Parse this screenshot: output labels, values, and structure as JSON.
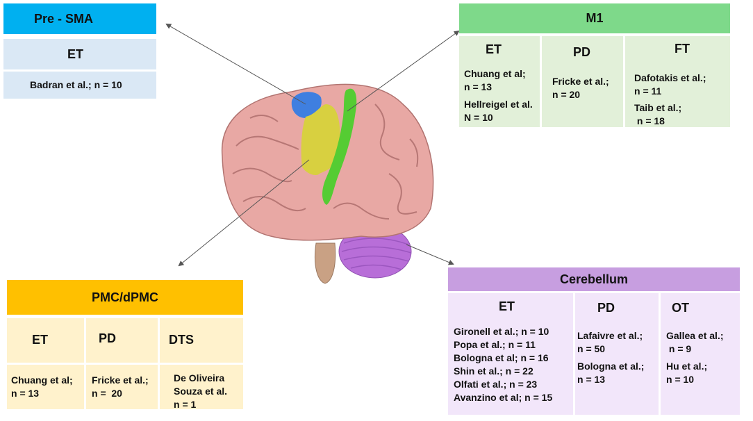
{
  "colors": {
    "pre_sma_header": "#00b0f0",
    "pre_sma_body": "#dae8f5",
    "m1_header": "#7ed98a",
    "m1_body": "#e2f0d9",
    "pmc_header": "#ffc000",
    "pmc_body": "#fff2cc",
    "cerebellum_header": "#c79ee0",
    "cerebellum_body": "#f2e6fa",
    "brain_blue": "#3f7fe0",
    "brain_yellow": "#d8d040",
    "brain_green": "#55cc33"
  },
  "pre_sma": {
    "title": "Pre - SMA",
    "columns": [
      {
        "label": "ET",
        "entries": [
          "Badran et al.; n = 10"
        ]
      }
    ]
  },
  "m1": {
    "title": "M1",
    "columns": [
      {
        "label": "ET",
        "entries": [
          "Chuang et al;|n = 13",
          "Hellreigel et al.|N = 10"
        ]
      },
      {
        "label": "PD",
        "entries": [
          "Fricke et al.;|n = 20"
        ]
      },
      {
        "label": "FT",
        "entries": [
          "Dafotakis et al.;|n = 11",
          "Taib et al.;| n = 18"
        ]
      }
    ]
  },
  "pmc": {
    "title": "PMC/dPMC",
    "columns": [
      {
        "label": "ET",
        "entries": [
          "Chuang et al;|n = 13"
        ]
      },
      {
        "label": "PD",
        "entries": [
          "Fricke et al.;|n =  20"
        ]
      },
      {
        "label": "DTS",
        "entries": [
          "De Oliveira|Souza et al.|n = 1"
        ]
      }
    ]
  },
  "cerebellum": {
    "title": "Cerebellum",
    "columns": [
      {
        "label": "ET",
        "entries": [
          "Gironell et al.; n = 10",
          "Popa et al.; n =  11",
          "Bologna et al; n = 16",
          "Shin et al.; n =  22",
          "Olfati et al.; n = 23",
          "Avanzino et al; n = 15"
        ]
      },
      {
        "label": "PD",
        "entries": [
          "Lafaivre et al.;|n = 50",
          "Bologna et al.;|n = 13"
        ]
      },
      {
        "label": "OT",
        "entries": [
          "Gallea et al.;| n = 9",
          "Hu et al.;|n = 10"
        ]
      }
    ]
  }
}
